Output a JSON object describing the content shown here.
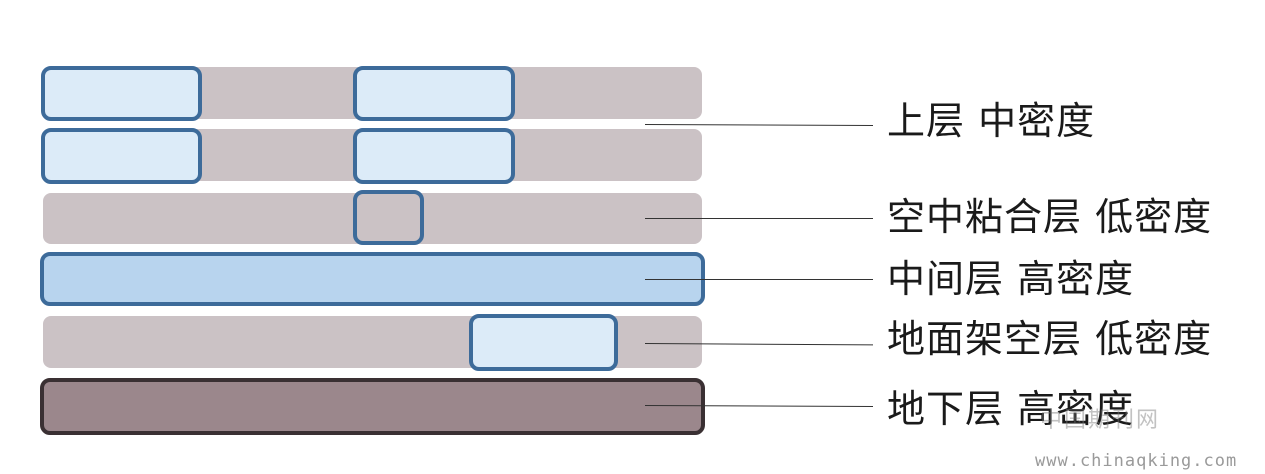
{
  "layers": [
    {
      "id": "upper",
      "label": "上层 中密度"
    },
    {
      "id": "sky",
      "label": "空中粘合层 低密度"
    },
    {
      "id": "middle",
      "label": "中间层 高密度"
    },
    {
      "id": "ground",
      "label": "地面架空层 低密度"
    },
    {
      "id": "underground",
      "label": "地下层 高密度"
    }
  ],
  "watermark": {
    "site_name": "中国期刊网",
    "url": "www.chinaqking.com"
  },
  "colors": {
    "band": "#cbc2c5",
    "box_border": "#3d6b9a",
    "box_fill": "#dcebf8",
    "middle_fill": "#b8d4ee",
    "underground_fill": "#9b878c",
    "underground_border": "#3a3033"
  }
}
